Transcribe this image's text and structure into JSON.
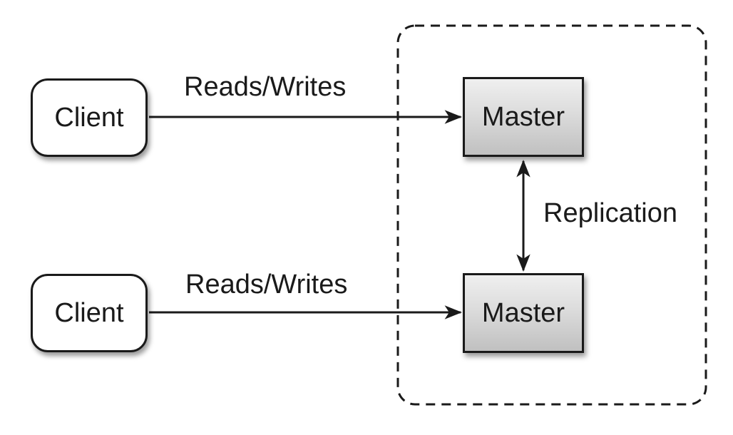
{
  "diagram": {
    "nodes": {
      "client_top": {
        "label": "Client"
      },
      "client_bottom": {
        "label": "Client"
      },
      "master_top": {
        "label": "Master"
      },
      "master_bottom": {
        "label": "Master"
      }
    },
    "edges": {
      "reads_writes_top": {
        "label": "Reads/Writes"
      },
      "reads_writes_bottom": {
        "label": "Reads/Writes"
      },
      "replication": {
        "label": "Replication"
      }
    },
    "colors": {
      "background": "#ffffff",
      "ink": "#1a1a1a",
      "client_fill": "#ffffff",
      "master_fill_top": "#efefef",
      "master_fill_bottom": "#c0c0c0"
    }
  }
}
